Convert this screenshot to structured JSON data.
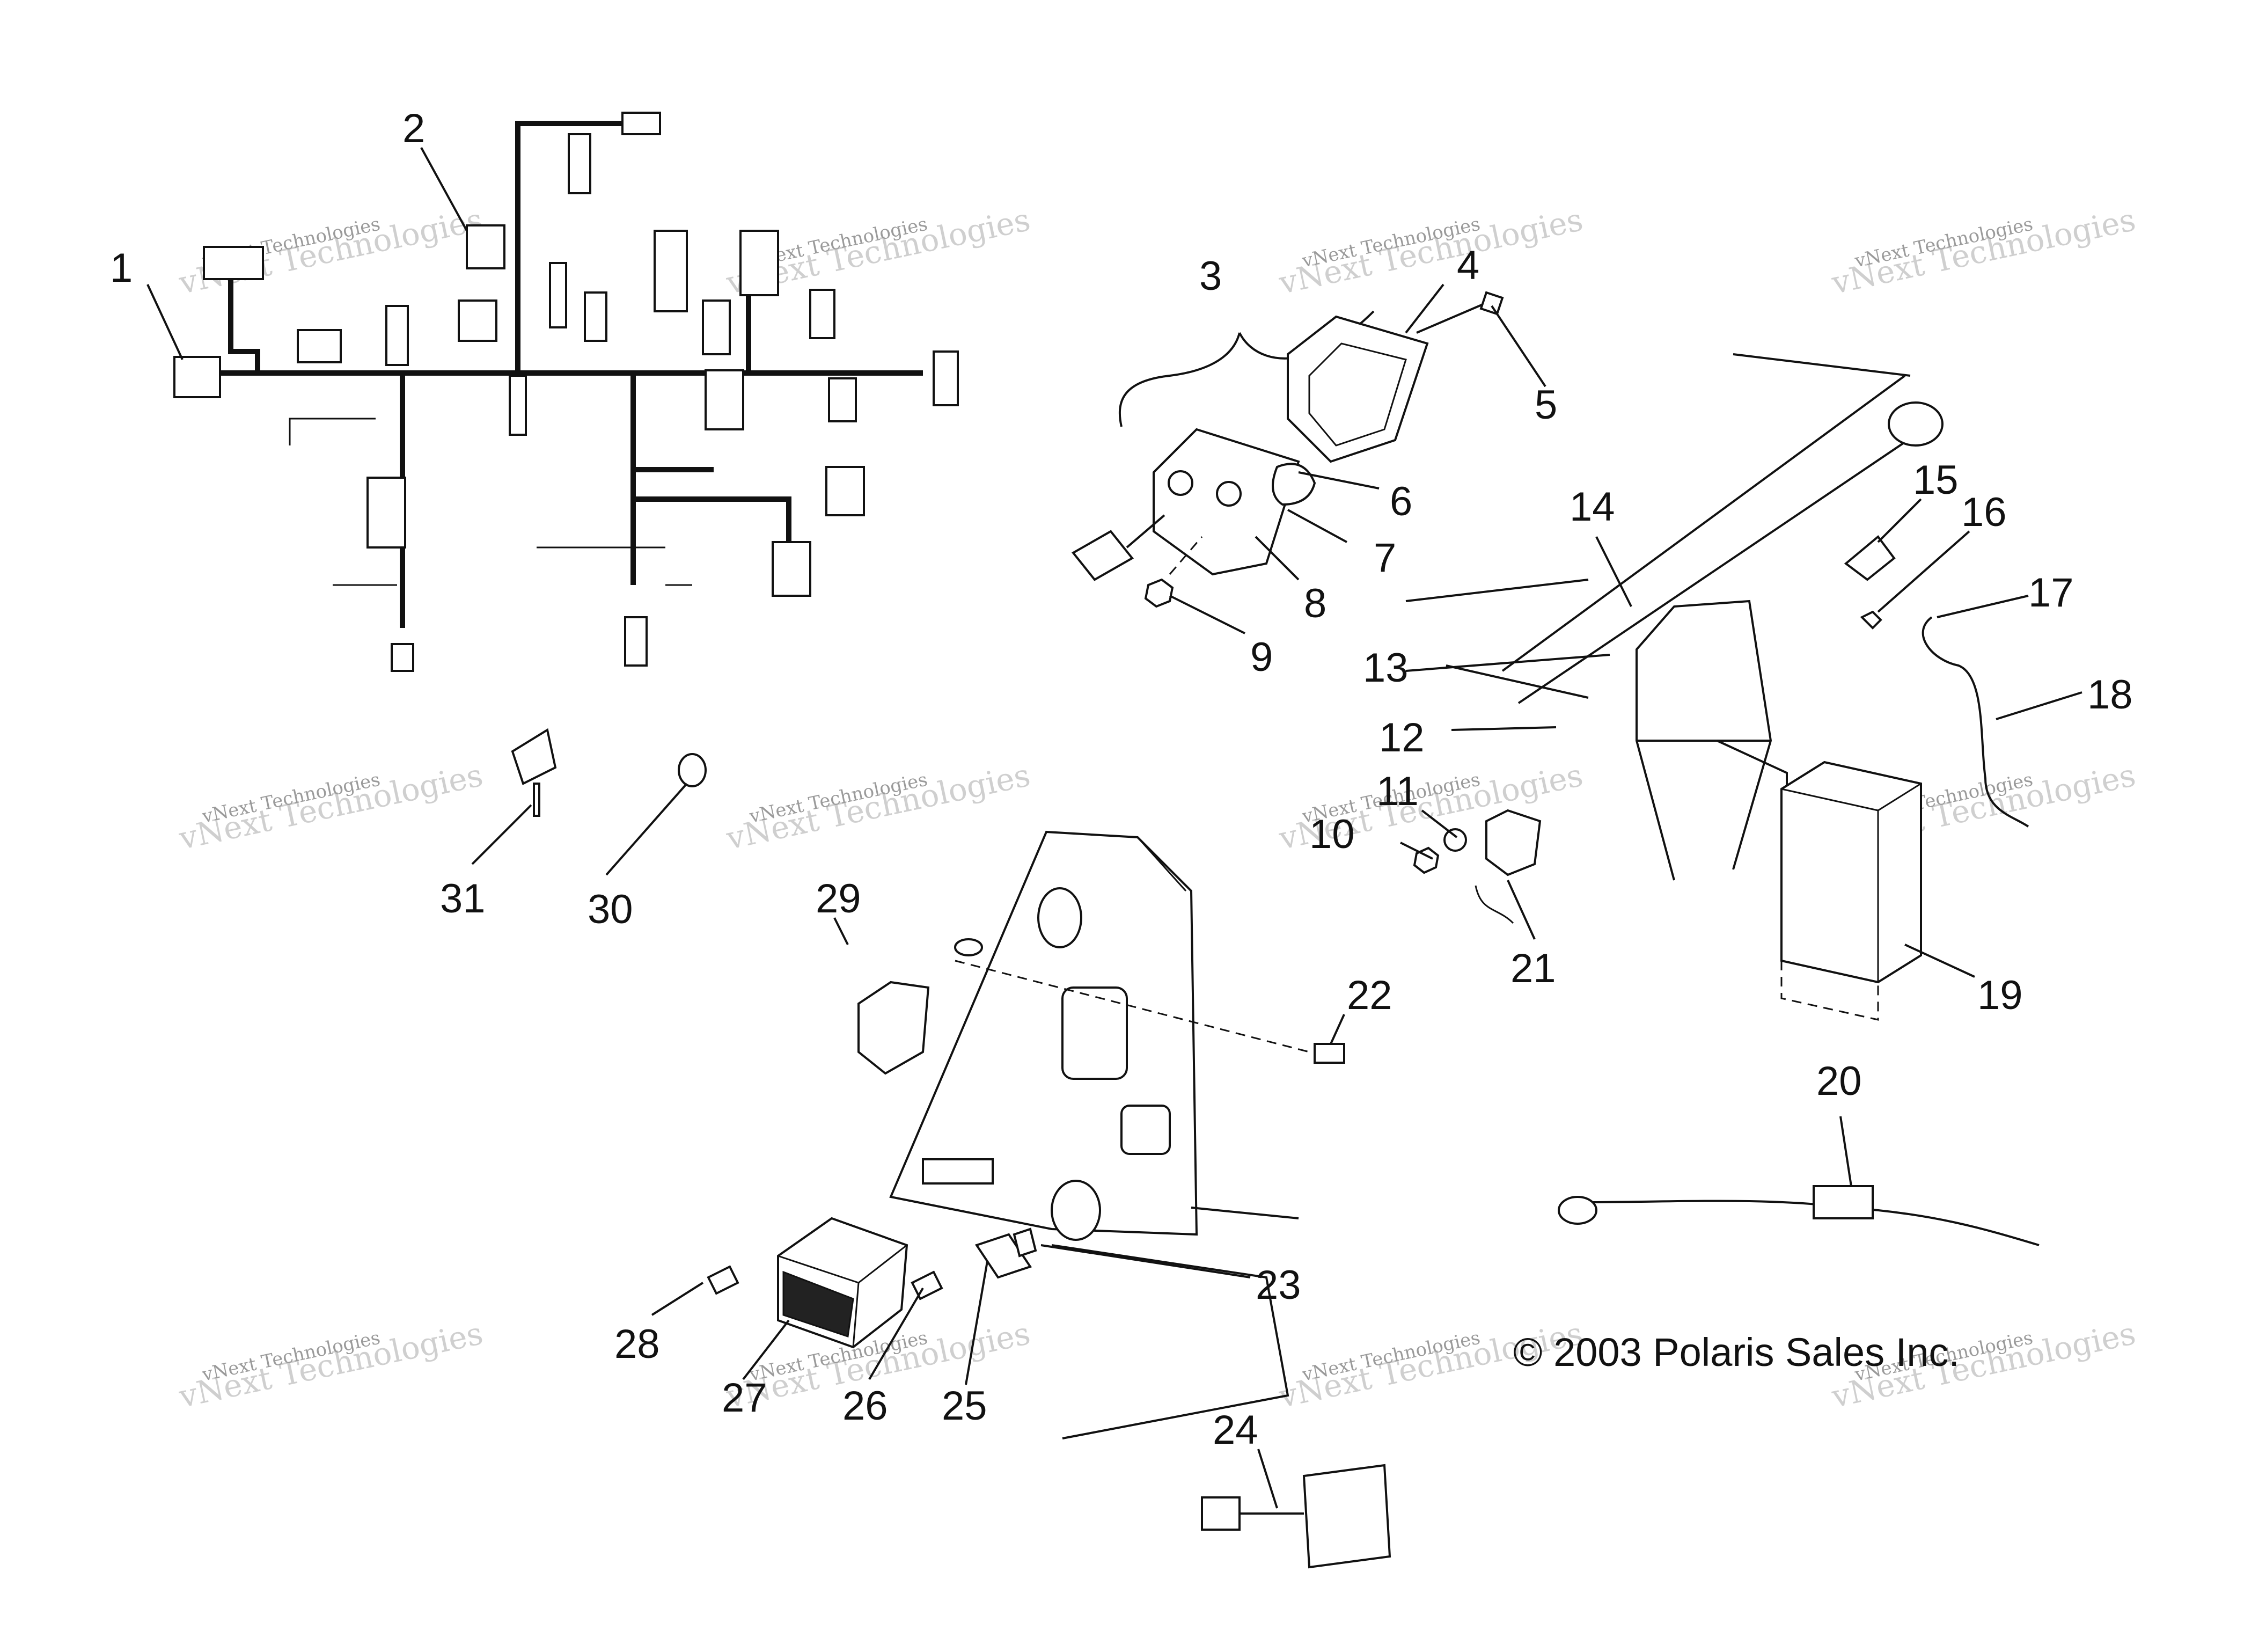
{
  "diagram": {
    "callouts": [
      {
        "id": "1",
        "text": "1"
      },
      {
        "id": "2",
        "text": "2"
      },
      {
        "id": "3",
        "text": "3"
      },
      {
        "id": "4",
        "text": "4"
      },
      {
        "id": "5",
        "text": "5"
      },
      {
        "id": "6",
        "text": "6"
      },
      {
        "id": "7",
        "text": "7"
      },
      {
        "id": "8",
        "text": "8"
      },
      {
        "id": "9",
        "text": "9"
      },
      {
        "id": "10",
        "text": "10"
      },
      {
        "id": "11",
        "text": "11"
      },
      {
        "id": "12",
        "text": "12"
      },
      {
        "id": "13",
        "text": "13"
      },
      {
        "id": "14",
        "text": "14"
      },
      {
        "id": "15",
        "text": "15"
      },
      {
        "id": "16",
        "text": "16"
      },
      {
        "id": "17",
        "text": "17"
      },
      {
        "id": "18",
        "text": "18"
      },
      {
        "id": "19",
        "text": "19"
      },
      {
        "id": "20",
        "text": "20"
      },
      {
        "id": "21",
        "text": "21"
      },
      {
        "id": "22",
        "text": "22"
      },
      {
        "id": "23",
        "text": "23"
      },
      {
        "id": "24",
        "text": "24"
      },
      {
        "id": "25",
        "text": "25"
      },
      {
        "id": "26",
        "text": "26"
      },
      {
        "id": "27",
        "text": "27"
      },
      {
        "id": "28",
        "text": "28"
      },
      {
        "id": "29",
        "text": "29"
      },
      {
        "id": "30",
        "text": "30"
      },
      {
        "id": "31",
        "text": "31"
      }
    ],
    "copyright": "© 2003 Polaris Sales Inc.",
    "watermark": {
      "line1": "vNext Technologies",
      "line2": "vNext Technologies"
    }
  }
}
